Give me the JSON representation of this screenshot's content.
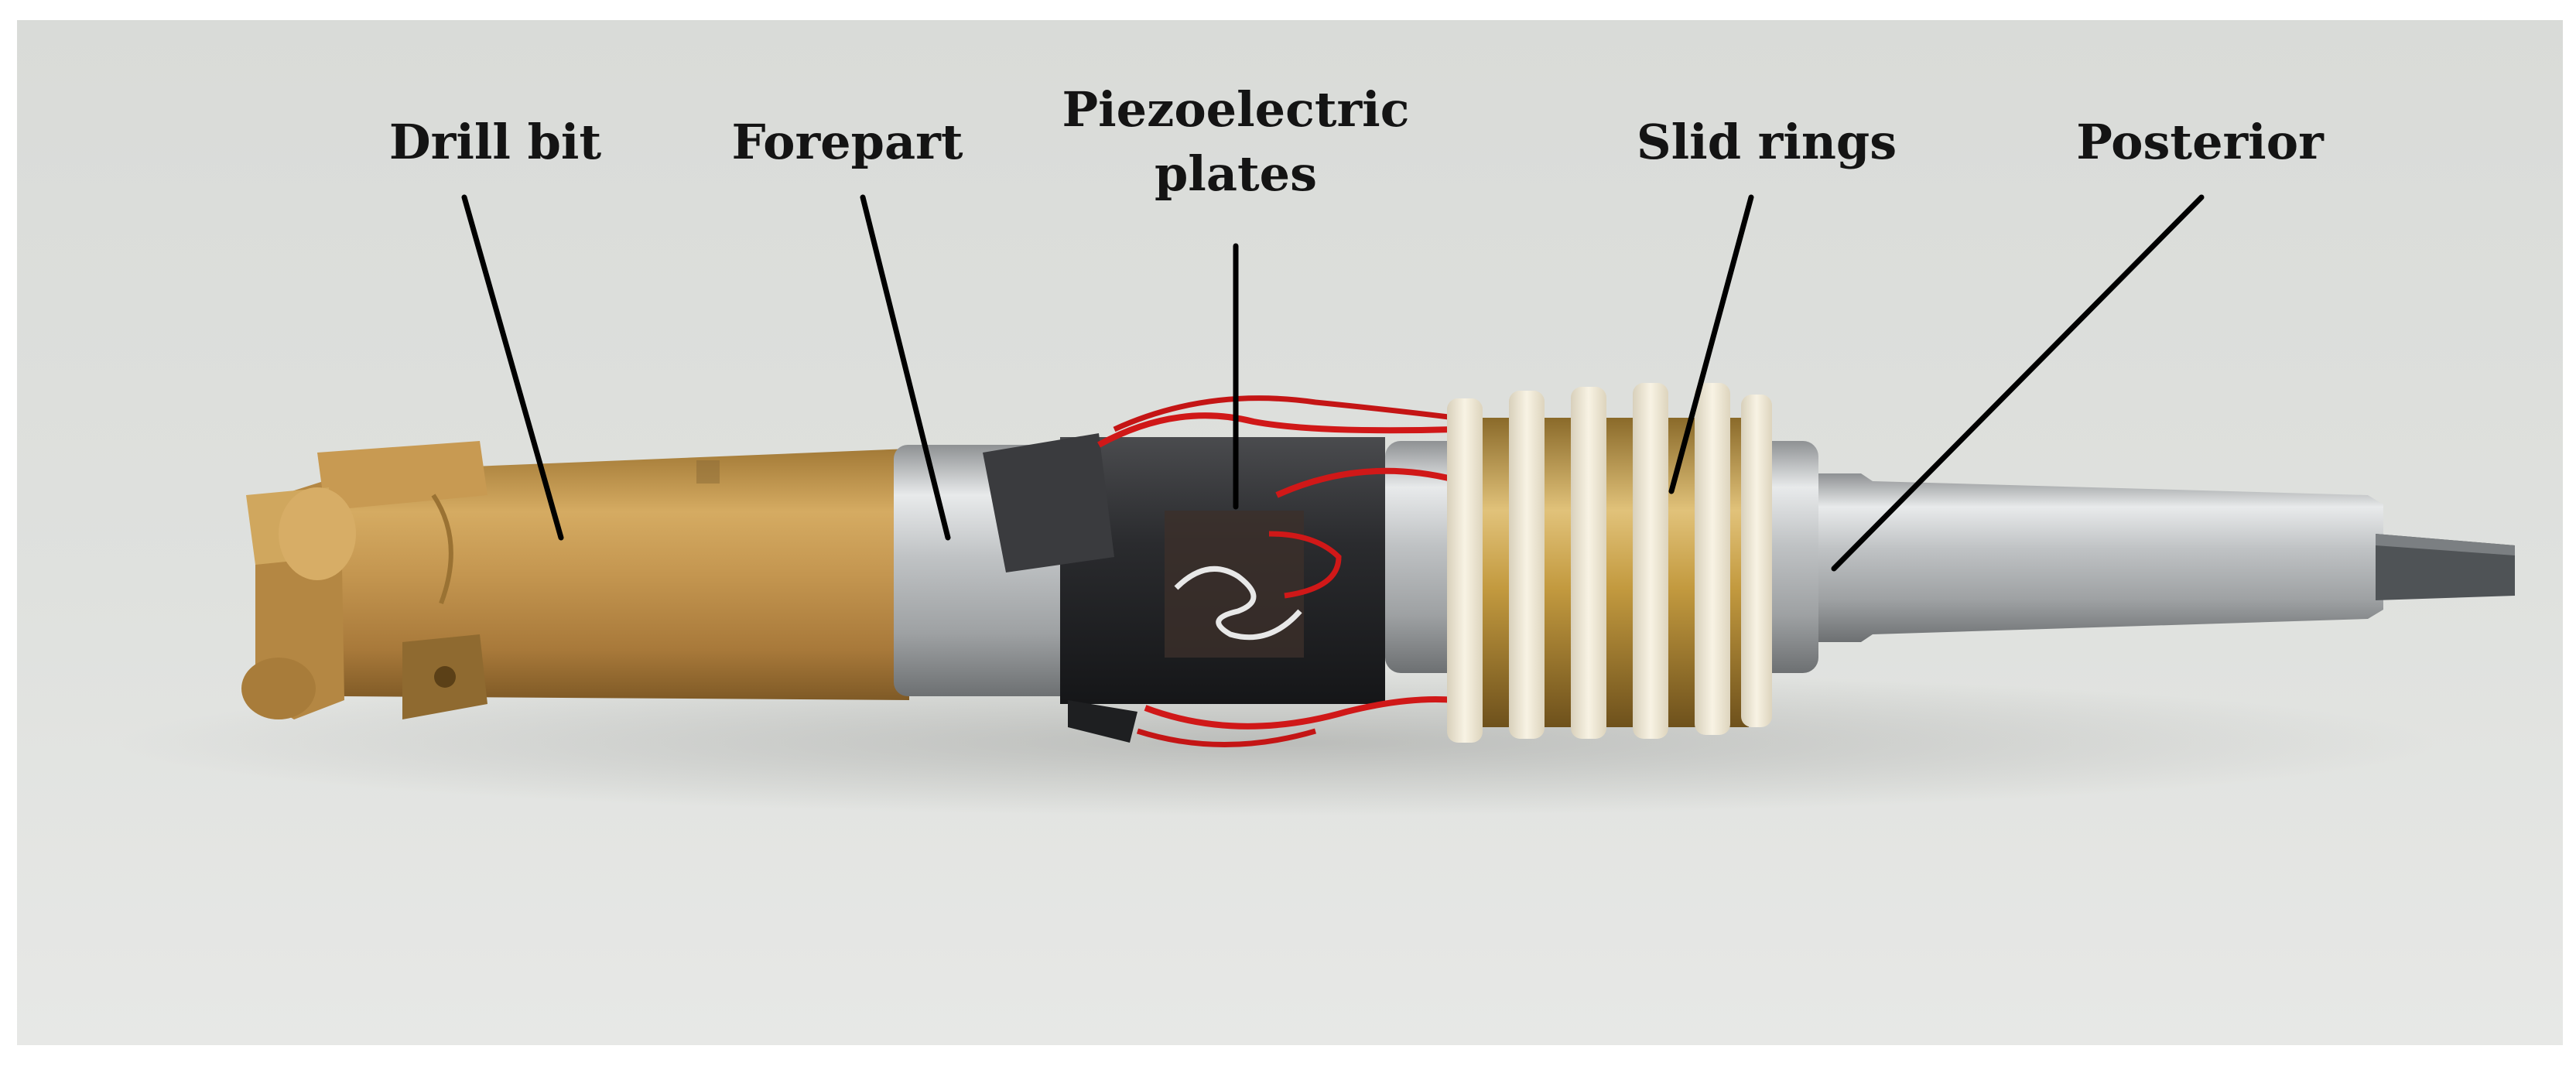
{
  "labels": {
    "drill_bit": "Drill bit",
    "forepart": "Forepart",
    "piezo_line1": "Piezoelectric",
    "piezo_line2": "plates",
    "slid_rings": "Slid rings",
    "posterior": "Posterior"
  },
  "colors": {
    "background": "#dcdedb",
    "frame": "#ffffff",
    "drill_gold": "#c4984f",
    "steel": "#c9cbcc",
    "tape": "#2b2b2d",
    "ring_white": "#f3ecd9",
    "ring_brass": "#c39a3f",
    "wire_red": "#d01818",
    "leader_line": "#000000"
  }
}
